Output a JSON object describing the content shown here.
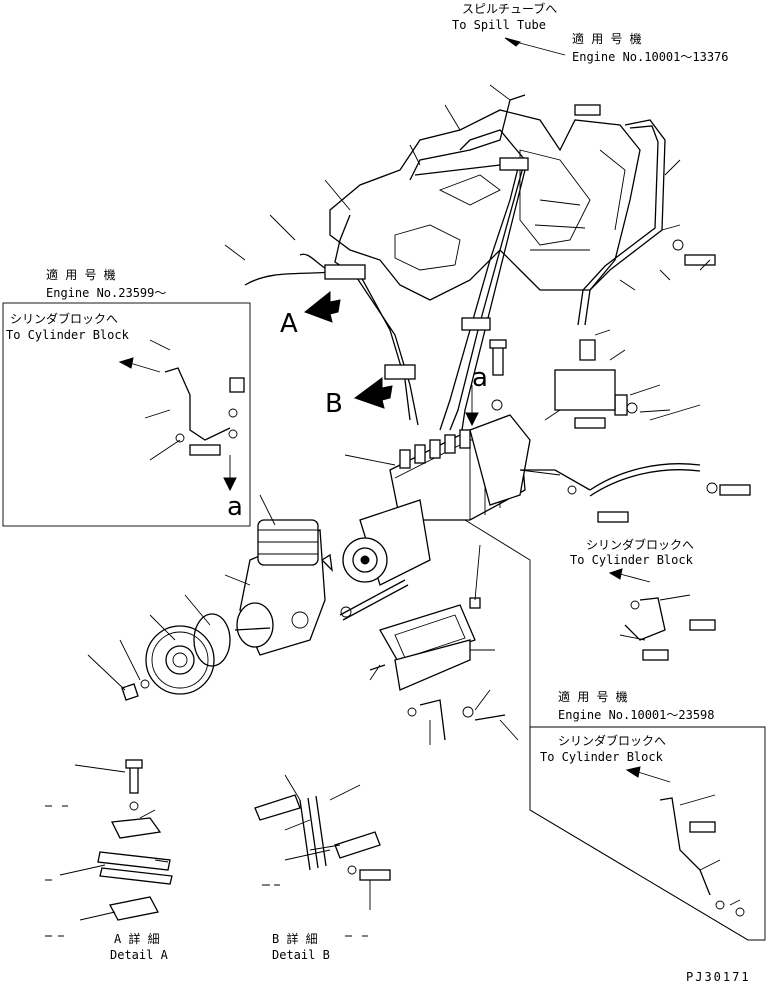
{
  "labels": {
    "spill_tube_jp": "スピルチューブへ",
    "spill_tube_en": "To Spill Tube",
    "applicable_jp_1": "適 用 号 機",
    "engine_range_1": "Engine No.10001～13376",
    "applicable_jp_2": "適 用 号 機",
    "engine_range_2": "Engine No.23599～",
    "cyl_block_jp_1": "シリンダブロックへ",
    "cyl_block_en_1": "To Cylinder Block",
    "view_a": "A",
    "view_b": "B",
    "ref_a_top": "a",
    "ref_a_bottom": "a",
    "cyl_block_jp_2": "シリンダブロックへ",
    "cyl_block_en_2": "To Cylinder Block",
    "applicable_jp_3": "適 用 号 機",
    "engine_range_3": "Engine No.10001～23598",
    "cyl_block_jp_3": "シリンダブロックへ",
    "cyl_block_en_3": "To Cylinder Block",
    "detail_a_jp": "A 詳 細",
    "detail_a_en": "Detail A",
    "detail_b_jp": "B 詳 細",
    "detail_b_en": "Detail B",
    "drawing_code": "PJ30171"
  }
}
